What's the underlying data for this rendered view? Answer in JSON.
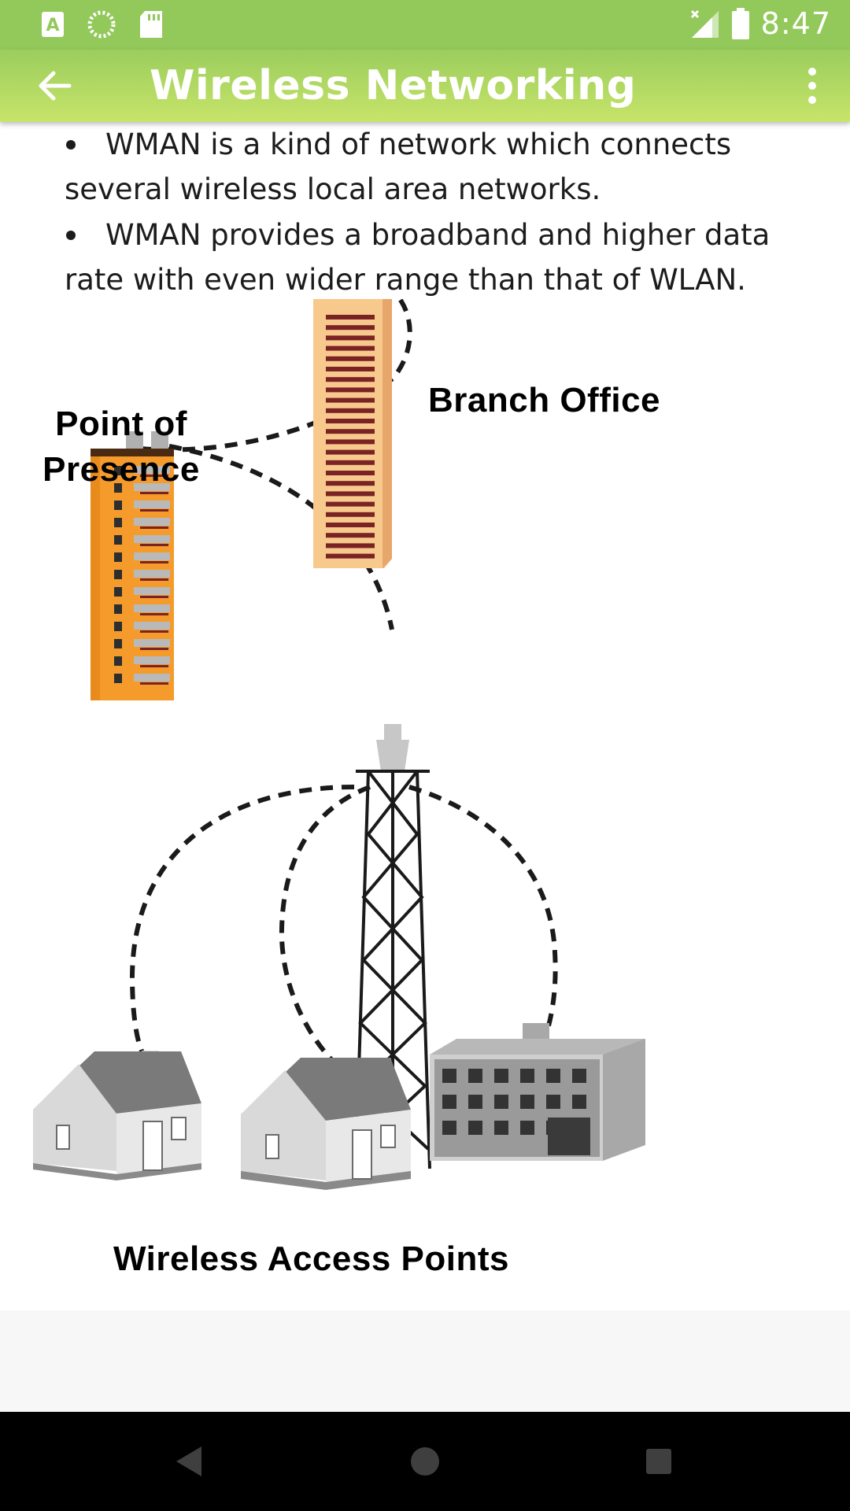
{
  "status_bar": {
    "time": "8:47",
    "left_icons": [
      "text-a-icon",
      "sync-spinner-icon",
      "sd-card-icon"
    ],
    "right_icons": [
      "signal-off-icon",
      "battery-icon"
    ]
  },
  "app_bar": {
    "title": "Wireless Networking",
    "back_icon": "arrow-back-icon",
    "menu_icon": "more-vert-icon"
  },
  "content": {
    "bullets": [
      "WMAN is a kind of network which connects several wireless local area networks.",
      "WMAN provides a broadband and higher data rate with even wider range than that of WLAN."
    ]
  },
  "diagram": {
    "labels": {
      "point_of_presence_line1": "Point of",
      "point_of_presence_line2": "Presence",
      "branch_office": "Branch Office",
      "wireless_access_points": "Wireless Access Points"
    }
  },
  "nav_bar": {
    "buttons": [
      "back-triangle-icon",
      "home-circle-icon",
      "recents-square-icon"
    ]
  },
  "colors": {
    "status_bar": "#93c95b",
    "app_bar_top": "#9bcd5d",
    "app_bar_bottom": "#c7e46a",
    "pop_building": "#f59b2c",
    "branch_building": "#f8c98c",
    "branch_windows": "#7a2324"
  }
}
